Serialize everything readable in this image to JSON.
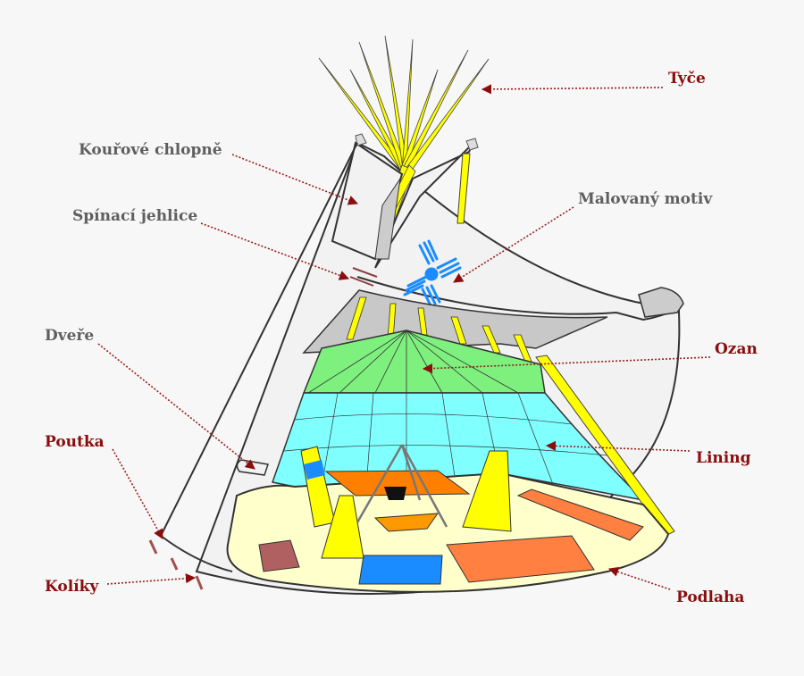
{
  "diagram": {
    "subject": "tipi cutaway",
    "background_color": "#f7f7f7",
    "colors": {
      "label_grey": "#5f5f5f",
      "label_red": "#8b0d0d",
      "leader_line": "#9b1c1c",
      "poles": "#ffff00",
      "cover": "#f2f2f2",
      "ozan": "#7ef07e",
      "lining": "#80ffff",
      "floor": "#ffffcc",
      "motif": "#1a8cff",
      "rug_orange": "#ff8040",
      "rug_blue": "#1a8cff",
      "peg": "#a05050"
    },
    "labels": {
      "tyce": "Tyče",
      "kourove_chlopne": "Kouřové chlopně",
      "malovany_motiv": "Malovaný motiv",
      "spinaci_jehlice": "Spínací jehlice",
      "ozan": "Ozan",
      "dvere": "Dveře",
      "lining": "Lining",
      "poutka": "Poutka",
      "koliky": "Kolíky",
      "podlaha": "Podlaha"
    }
  }
}
